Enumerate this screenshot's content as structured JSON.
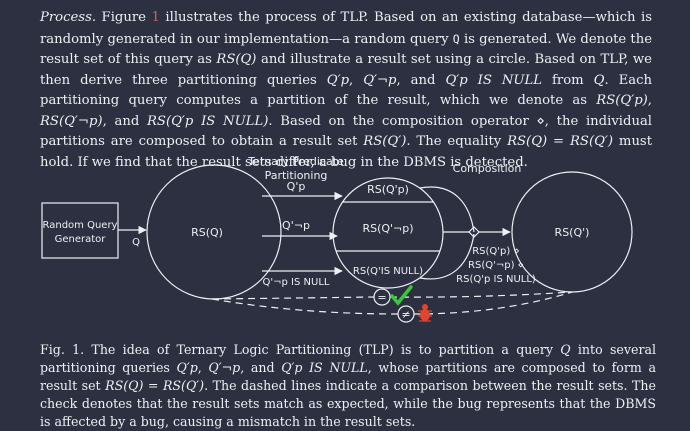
{
  "paragraph": {
    "lead": "Process.",
    "s1a": " Figure ",
    "fig_ref": "1",
    "s1b": " illustrates the process of TLP. Based on an existing database—which is randomly generated in our implementation—a random query ",
    "query_symbol": "Q",
    "s1c": " is generated. We denote the result set of this query as ",
    "rsq": "RS(Q)",
    "s2": " and illustrate a result set using a circle. Based on TLP, we then derive three partitioning queries ",
    "qp": "Q′p",
    "q_not_p": "Q′¬p",
    "and": ", and ",
    "q_null": "Q′p IS NULL",
    "s3": " from ",
    "s3_q": "Q",
    "s3b": ". Each partitioning query computes a partition of the result, which we denote as ",
    "rs_qp": "RS(Q′p)",
    "rs_qnp": "RS(Q′¬p)",
    "rs_qnull": "RS(Q′p IS NULL)",
    "s4": ". Based on the composition operator ⋄, the individual partitions are composed to obtain a result set ",
    "rs_qprime": "RS(Q′)",
    "s5": ". The equality ",
    "equality": "RS(Q) = RS(Q′)",
    "s6": " must hold. If we find that the result sets differ, a bug in the DBMS is detected."
  },
  "figure": {
    "heading_partitioning_l1": "Ternary Predicate",
    "heading_partitioning_l2": "Partitioning",
    "heading_composition": "Composition",
    "generator_l1": "Random Query",
    "generator_l2": "Generator",
    "q_label": "Q",
    "rs_q": "RS(Q)",
    "arrow_p": "Q'p",
    "arrow_not_p": "Q'¬p",
    "arrow_null": "Q'¬p IS NULL",
    "part_p": "RS(Q'p)",
    "part_not_p": "RS(Q'¬p)",
    "part_null": "RS(Q'IS NULL)",
    "comp_p": "RS(Q'p) ⋄",
    "comp_not_p": "RS(Q'¬p) ⋄",
    "comp_null": "RS(Q'p IS NULL)",
    "rs_q_prime": "RS(Q')",
    "equal_symbol": "=",
    "not_equal_symbol": "≠",
    "check_icon": "check-icon",
    "bug_icon": "bug-icon",
    "colors": {
      "check": "#35c93a",
      "bug": "#e0452e",
      "lines": "#eef0f4"
    }
  },
  "caption": {
    "prefix": "Fig. 1.",
    "t1": "  The idea of Ternary Logic Partitioning (TLP) is to partition a query ",
    "t1_q": "Q",
    "t1b": " into several partitioning queries ",
    "qp": "Q′p",
    "q_not_p": "Q′¬p",
    "and": ", and ",
    "q_null": "Q′p IS NULL",
    "t2": ", whose partitions are composed to form a result set ",
    "eq": "RS(Q) = RS(Q′)",
    "t3": ". The dashed lines indicate a comparison between the result sets. The check denotes that the result sets match as expected, while the bug represents that the DBMS is affected by a bug, causing a mismatch in the result sets."
  }
}
